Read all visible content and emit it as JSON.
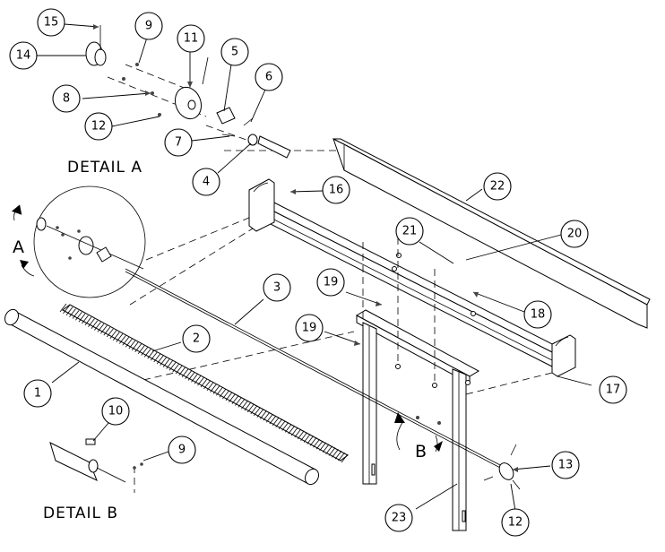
{
  "detail_titles": {
    "detail_a": "DETAIL  A",
    "detail_b": "DETAIL  B"
  },
  "view_markers": {
    "a": "A",
    "b": "B"
  },
  "callouts": [
    {
      "id": "c15",
      "label": "15"
    },
    {
      "id": "c14",
      "label": "14"
    },
    {
      "id": "c9a",
      "label": "9"
    },
    {
      "id": "c11",
      "label": "11"
    },
    {
      "id": "c5",
      "label": "5"
    },
    {
      "id": "c6",
      "label": "6"
    },
    {
      "id": "c8",
      "label": "8"
    },
    {
      "id": "c12a",
      "label": "12"
    },
    {
      "id": "c7",
      "label": "7"
    },
    {
      "id": "c4",
      "label": "4"
    },
    {
      "id": "c16",
      "label": "16"
    },
    {
      "id": "c22",
      "label": "22"
    },
    {
      "id": "c21",
      "label": "21"
    },
    {
      "id": "c20",
      "label": "20"
    },
    {
      "id": "c19a",
      "label": "19"
    },
    {
      "id": "c18",
      "label": "18"
    },
    {
      "id": "c3",
      "label": "3"
    },
    {
      "id": "c19b",
      "label": "19"
    },
    {
      "id": "c2",
      "label": "2"
    },
    {
      "id": "c17",
      "label": "17"
    },
    {
      "id": "c1",
      "label": "1"
    },
    {
      "id": "c10",
      "label": "10"
    },
    {
      "id": "c9b",
      "label": "9"
    },
    {
      "id": "c13",
      "label": "13"
    },
    {
      "id": "c23",
      "label": "23"
    },
    {
      "id": "c12b",
      "label": "12"
    }
  ],
  "colors": {
    "line": "#000000",
    "background": "#ffffff"
  }
}
